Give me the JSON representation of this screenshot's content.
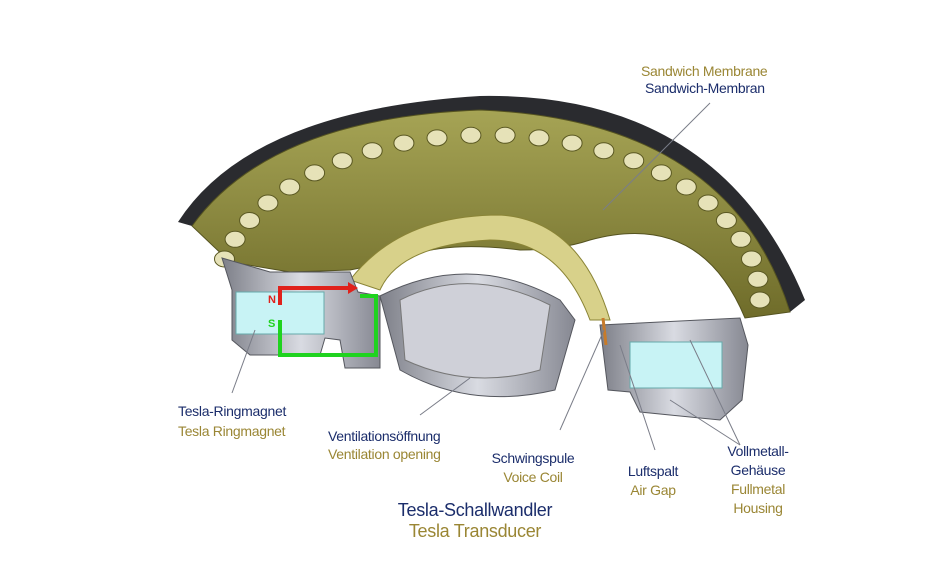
{
  "title": {
    "de": "Tesla-Schallwandler",
    "en": "Tesla Transducer"
  },
  "labels": {
    "membrane": {
      "en": "Sandwich Membrane",
      "de": "Sandwich-Membran"
    },
    "ringmagnet": {
      "de": "Tesla-Ringmagnet",
      "en": "Tesla Ringmagnet"
    },
    "ventilation": {
      "de": "Ventilationsöffnung",
      "en": "Ventilation opening"
    },
    "voice_coil": {
      "de": "Schwingspule",
      "en": "Voice Coil"
    },
    "air_gap": {
      "de": "Luftspalt",
      "en": "Air Gap"
    },
    "housing": {
      "de_line1": "Vollmetall-",
      "de_line2": "Gehäuse",
      "en_line1": "Fullmetal",
      "en_line2": "Housing"
    }
  },
  "poles": {
    "north": "N",
    "south": "S"
  },
  "colors": {
    "label_de": "#1b2d6b",
    "label_en": "#9a8634",
    "membrane": "#8c8a3c",
    "flux_north": "#e0211b",
    "flux_south": "#1fd31f",
    "magnet": "#c8f3f5",
    "metal": "#9a9ca6"
  }
}
